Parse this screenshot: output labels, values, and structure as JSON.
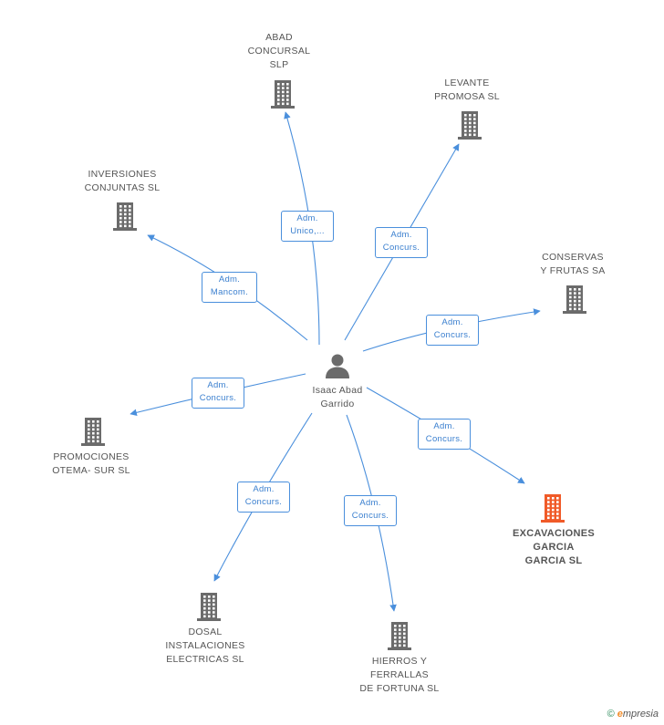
{
  "center": {
    "name": "Isaac Abad\nGarrido"
  },
  "colors": {
    "edge": "#4a8fdc",
    "building": "#6b6b6b",
    "highlight": "#f05a28"
  },
  "companies": [
    {
      "id": "abad",
      "label": "ABAD\nCONCURSAL\nSLP",
      "role": "Adm.\nUnico,...",
      "highlight": false
    },
    {
      "id": "levante",
      "label": "LEVANTE\nPROMOSA SL",
      "role": "Adm.\nConcurs.",
      "highlight": false
    },
    {
      "id": "inversiones",
      "label": "INVERSIONES\nCONJUNTAS SL",
      "role": "Adm.\nMancom.",
      "highlight": false
    },
    {
      "id": "conservas",
      "label": "CONSERVAS\nY FRUTAS SA",
      "role": "Adm.\nConcurs.",
      "highlight": false
    },
    {
      "id": "promociones",
      "label": "PROMOCIONES\nOTEMA- SUR SL",
      "role": "Adm.\nConcurs.",
      "highlight": false
    },
    {
      "id": "excavaciones",
      "label": "EXCAVACIONES\nGARCIA\nGARCIA SL",
      "role": "Adm.\nConcurs.",
      "highlight": true
    },
    {
      "id": "dosal",
      "label": "DOSAL\nINSTALACIONES\nELECTRICAS  SL",
      "role": "Adm.\nConcurs.",
      "highlight": false
    },
    {
      "id": "hierros",
      "label": "HIERROS Y\nFERRALLAS\nDE FORTUNA SL",
      "role": "Adm.\nConcurs.",
      "highlight": false
    }
  ],
  "footer": {
    "copyright": "©",
    "brand_e": "e",
    "brand_rest": "mpresia"
  }
}
